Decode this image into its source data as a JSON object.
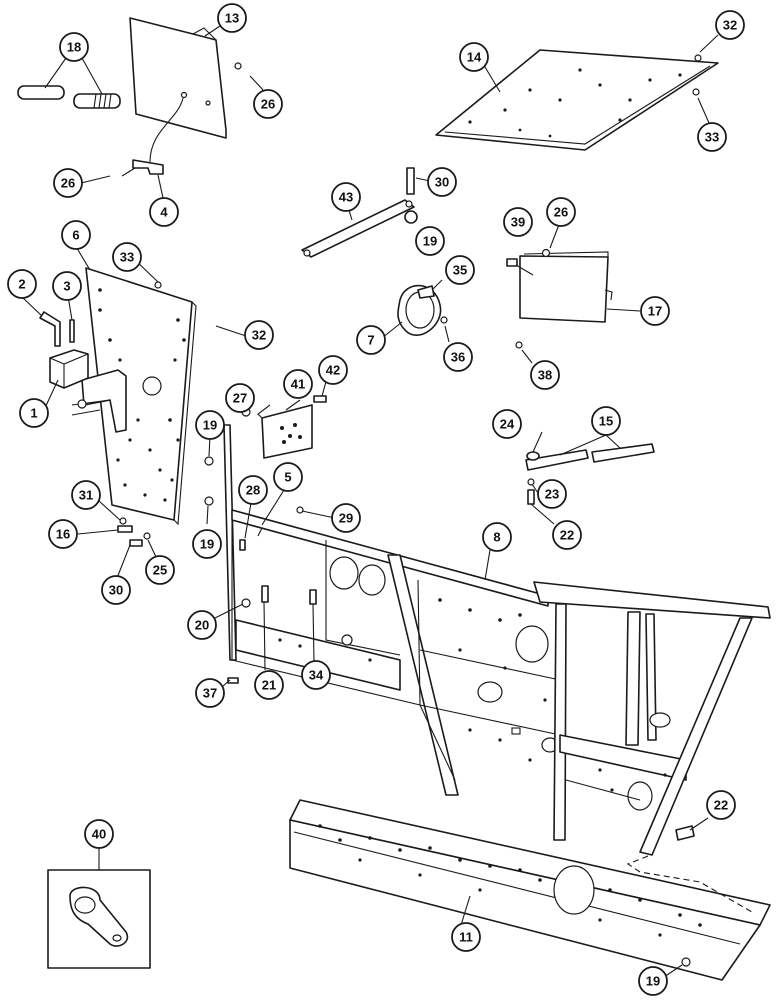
{
  "callouts": [
    "1",
    "2",
    "3",
    "4",
    "5",
    "6",
    "7",
    "8",
    "11",
    "13",
    "14",
    "15",
    "16",
    "17",
    "18",
    "19",
    "19",
    "19",
    "19",
    "20",
    "21",
    "22",
    "22",
    "23",
    "24",
    "25",
    "26",
    "26",
    "26",
    "27",
    "28",
    "29",
    "30",
    "30",
    "31",
    "32",
    "32",
    "33",
    "33",
    "34",
    "35",
    "36",
    "37",
    "38",
    "39",
    "40",
    "41",
    "42",
    "43"
  ]
}
